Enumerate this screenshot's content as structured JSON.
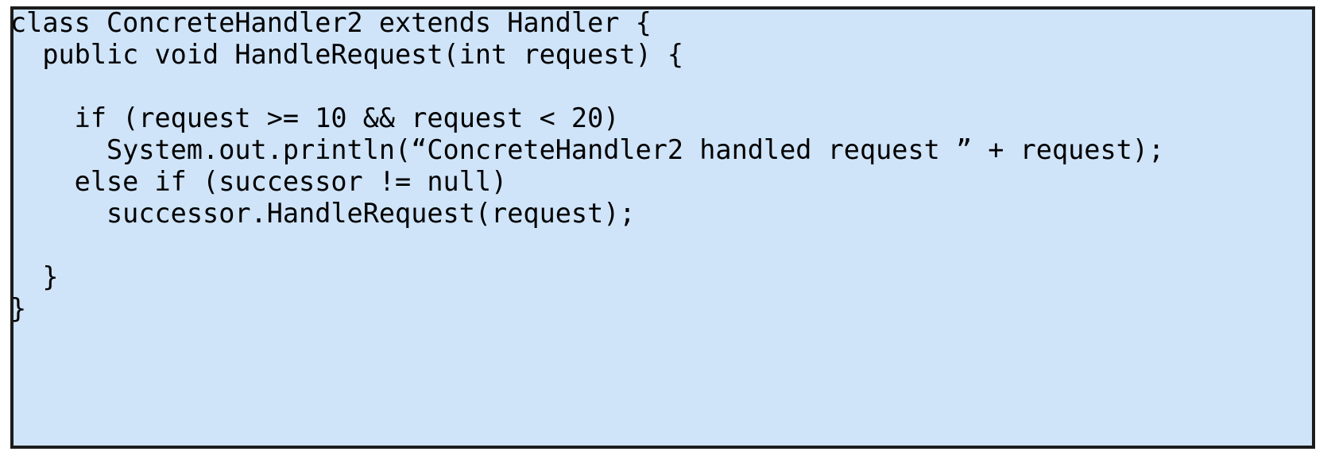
{
  "slide": {
    "background_color": "#ffffff"
  },
  "code_box": {
    "name": "java-code-block",
    "language": "Java",
    "background_color": "#cfe4f9",
    "border_color": "#1c1c1c",
    "text_color": "#000000",
    "lines": [
      "class ConcreteHandler2 extends Handler {",
      "  public void HandleRequest(int request) {",
      "",
      "    if (request >= 10 && request < 20)",
      "      System.out.println(“ConcreteHandler2 handled request ” + request);",
      "    else if (successor != null)",
      "      successor.HandleRequest(request);",
      "",
      "  }",
      "}",
      "",
      "",
      ""
    ]
  }
}
